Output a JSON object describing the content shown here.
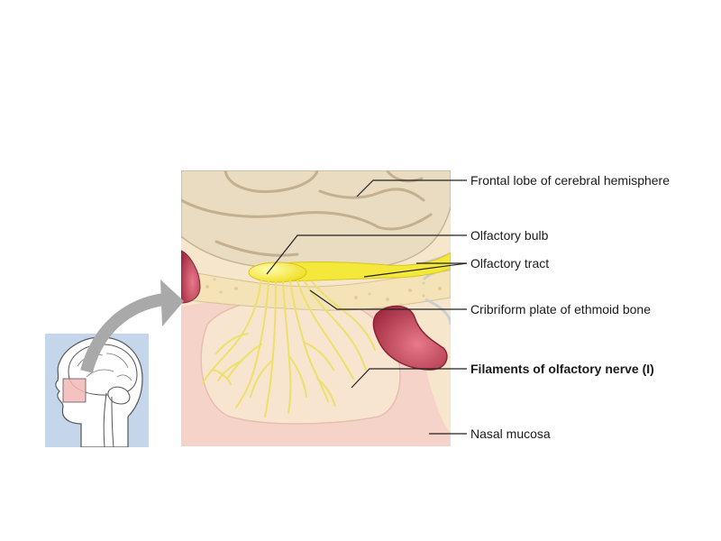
{
  "labels": {
    "frontal_lobe": "Frontal lobe of cerebral hemisphere",
    "olfactory_bulb": "Olfactory bulb",
    "olfactory_tract": "Olfactory tract",
    "cribriform_plate": "Cribriform plate of ethmoid bone",
    "filaments": "Filaments of olfactory nerve (I)",
    "nasal_mucosa": "Nasal mucosa"
  },
  "colors": {
    "background_panel": "#f6e6cc",
    "brain": "#e9dcc0",
    "brain_outline": "#c7b596",
    "nerve_yellow": "#f4e83a",
    "nerve_dark": "#d9c51c",
    "nasal_mucosa": "#f7d6cc",
    "blood_sinus": "#b23a4e",
    "inset_blue": "#c5d6ea",
    "arrow_gray": "#a9a9a9"
  }
}
